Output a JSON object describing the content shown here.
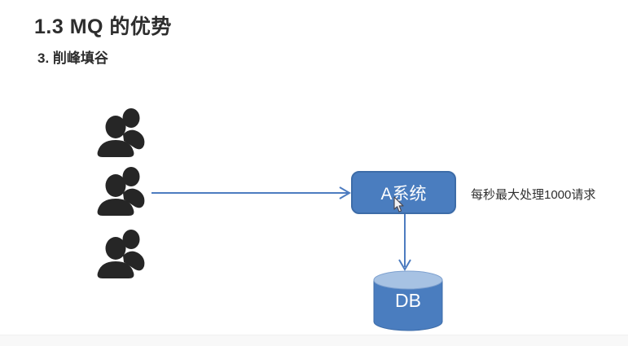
{
  "page": {
    "title": "1.3 MQ 的优势",
    "subtitle": "3. 削峰填谷"
  },
  "diagram": {
    "user_groups": {
      "count": 3,
      "icon": "users-group-icon"
    },
    "system_box": {
      "label": "A系统"
    },
    "annotation": "每秒最大处理1000请求",
    "db": {
      "label": "DB"
    },
    "arrows": [
      {
        "from": "users-group-2",
        "to": "system-box",
        "direction": "right"
      },
      {
        "from": "system-box",
        "to": "db-cylinder",
        "direction": "down"
      }
    ],
    "cursor": {
      "icon": "mouse-cursor-icon",
      "near": "system-box"
    },
    "colors": {
      "shape_fill": "#4a7dbf",
      "shape_border": "#3d6ca8",
      "cylinder_top": "#a7c2e3",
      "cylinder_top_border": "#7da0cf",
      "arrow": "#4d7cc0",
      "icon_dark": "#262626",
      "text_dark": "#2f2f2f",
      "bottom_bar": "#f8f8f8"
    }
  }
}
